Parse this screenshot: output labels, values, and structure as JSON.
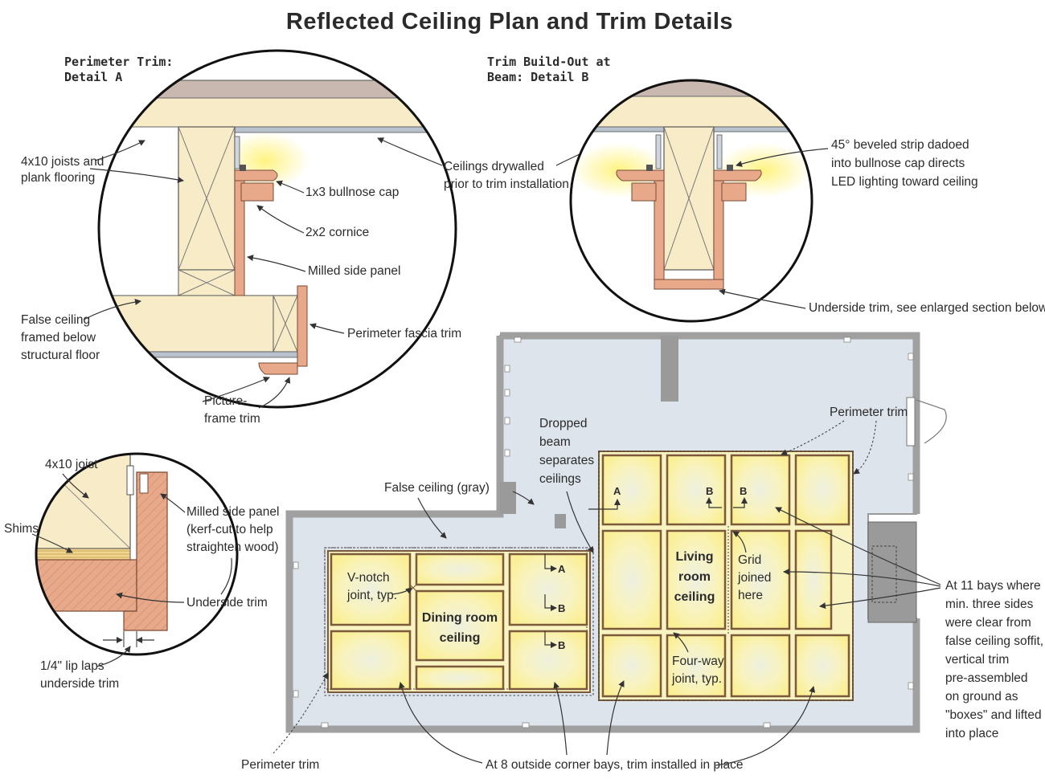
{
  "title": "Reflected Ceiling Plan and Trim Details",
  "detail_a": {
    "heading_line1": "Perimeter Trim:",
    "heading_line2": "Detail A",
    "joists": [
      "4x10 joists and",
      "plank flooring"
    ],
    "bullnose": "1x3 bullnose cap",
    "cornice": "2x2 cornice",
    "milled": "Milled side panel",
    "false_ceiling": [
      "False ceiling",
      "framed below",
      "structural floor"
    ],
    "fascia": "Perimeter fascia trim",
    "picture_frame": [
      "Picture-",
      "frame trim"
    ]
  },
  "shared": {
    "drywalled": [
      "Ceilings drywalled",
      "prior to trim installation"
    ]
  },
  "detail_b": {
    "heading_line1": "Trim Build-Out at",
    "heading_line2": "Beam: Detail B",
    "beveled": [
      "45° beveled strip dadoed",
      "into bullnose cap directs",
      "LED lighting toward ceiling"
    ],
    "underside": "Underside trim, see enlarged section below"
  },
  "enlarged": {
    "joist": "4x10 joist",
    "shims": "Shims",
    "milled": [
      "Milled side panel",
      "(kerf-cut to help",
      "straighten wood)"
    ],
    "underside": "Underside trim",
    "lip": [
      "1/4\" lip laps",
      "underside trim"
    ]
  },
  "plan": {
    "dropped_beam": [
      "Dropped",
      "beam",
      "separates",
      "ceilings"
    ],
    "false_ceiling": "False ceiling (gray)",
    "perimeter_top": "Perimeter trim",
    "perimeter_bottom": "Perimeter trim",
    "vnotch": [
      "V-notch",
      "joint, typ."
    ],
    "dining": [
      "Dining room",
      "ceiling"
    ],
    "living": [
      "Living",
      "room",
      "ceiling"
    ],
    "grid": [
      "Grid",
      "joined",
      "here"
    ],
    "fourway": [
      "Four-way",
      "joint, typ."
    ],
    "eleven_bays": [
      "At 11 bays where",
      "min. three sides",
      "were clear from",
      "false ceiling soffit,",
      "vertical trim",
      "pre-assembled",
      "on ground as",
      "\"boxes\" and lifted",
      "into place"
    ],
    "corner_bays": "At 8 outside corner bays, trim installed in place",
    "ref_a": "A",
    "ref_b": "B"
  },
  "colors": {
    "wood": "#f8ecc8",
    "trim": "#e8a98a",
    "ceiling_gray": "#dde4ec",
    "bay_yellow": "#fbf3b8",
    "wall": "#a0a0a0"
  }
}
